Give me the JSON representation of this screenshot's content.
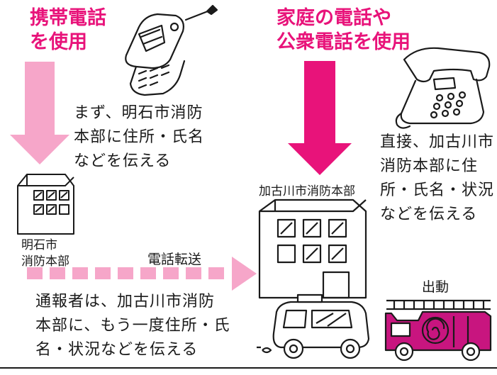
{
  "mobile": {
    "title_line1": "携帯電話",
    "title_line2": "を使用",
    "step_line1": "まず、明石市消防",
    "step_line2": "本部に住所・氏名",
    "step_line3": "などを伝える"
  },
  "landline": {
    "title_line1": "家庭の電話や",
    "title_line2": "公衆電話を使用",
    "step_line1": "直接、加古川市",
    "step_line2": "消防本部に住",
    "step_line3": "所・氏名・状況",
    "step_line4": "などを伝える"
  },
  "akashi_hq": {
    "line1": "明石市",
    "line2": "消防本部"
  },
  "kakogawa_hq": {
    "label": "加古川市消防本部"
  },
  "transfer": {
    "label": "電話転送"
  },
  "reporter": {
    "line1": "通報者は、加古川市消防",
    "line2": "本部に、もう一度住所・氏",
    "line3": "名・状況などを伝える"
  },
  "dispatch": {
    "label": "出動"
  },
  "colors": {
    "magenta": "#e8137a",
    "light_pink": "#f6a6c9",
    "truck_fill": "#c8157f"
  }
}
